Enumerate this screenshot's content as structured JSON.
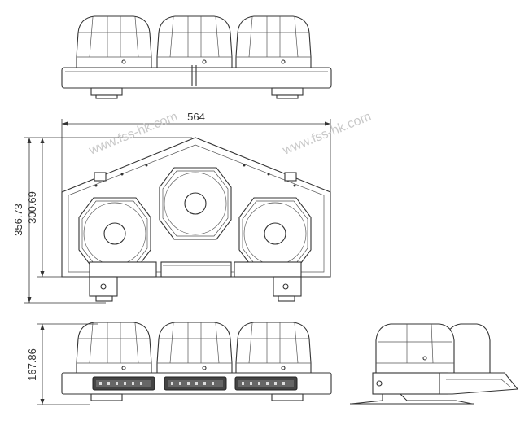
{
  "dimensions": {
    "width": "564",
    "overall_height": "356.73",
    "inner_height": "300.69",
    "side_height": "167.86"
  },
  "watermark": "www.fss-hk.com",
  "colors": {
    "line": "#333333",
    "watermark": "#c9c9c9",
    "background": "#ffffff"
  }
}
